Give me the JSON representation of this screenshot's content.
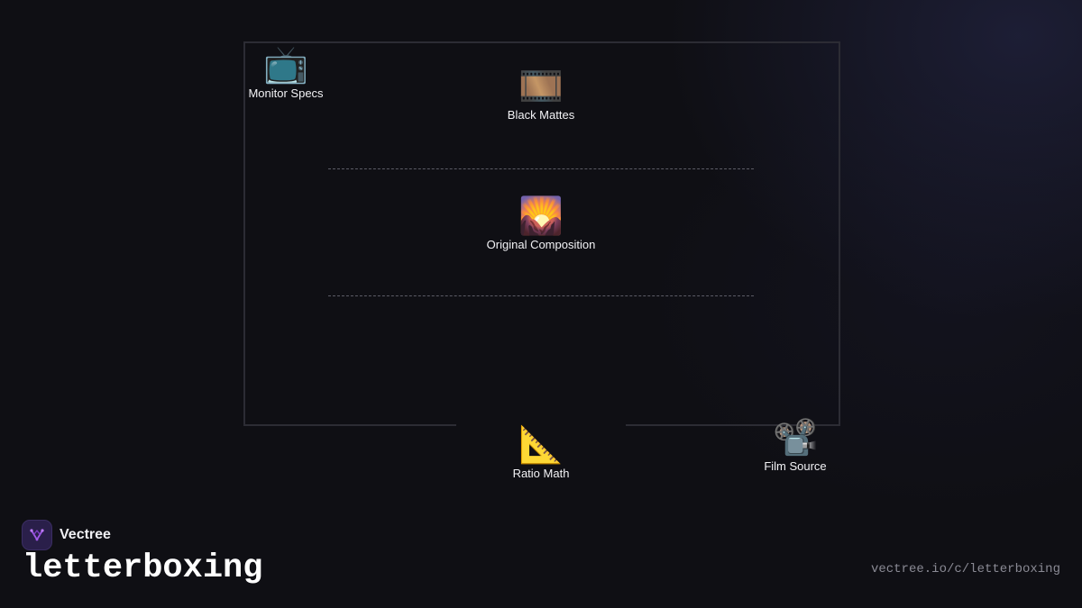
{
  "nodes": {
    "monitor_specs": {
      "icon": "📺",
      "icon_name": "television-icon",
      "label": "Monitor Specs"
    },
    "black_mattes": {
      "icon": "🎞️",
      "icon_name": "film-frames-icon",
      "label": "Black Mattes"
    },
    "original_composition": {
      "icon": "🌄",
      "icon_name": "sunrise-mountains-icon",
      "label": "Original Composition"
    },
    "ratio_math": {
      "icon": "📐",
      "icon_name": "triangular-ruler-icon",
      "label": "Ratio Math"
    },
    "film_source": {
      "icon": "📽️",
      "icon_name": "film-projector-icon",
      "label": "Film Source"
    }
  },
  "brand": {
    "name": "Vectree",
    "logo_icon": "vectree-logo-icon"
  },
  "title": "letterboxing",
  "url": "vectree.io/c/letterboxing",
  "colors": {
    "background": "#0f0f14",
    "frame": "#2c2c34",
    "dash": "#5c5c66",
    "brand_accent": "#a25ae8",
    "url_text": "#8a8a94"
  }
}
